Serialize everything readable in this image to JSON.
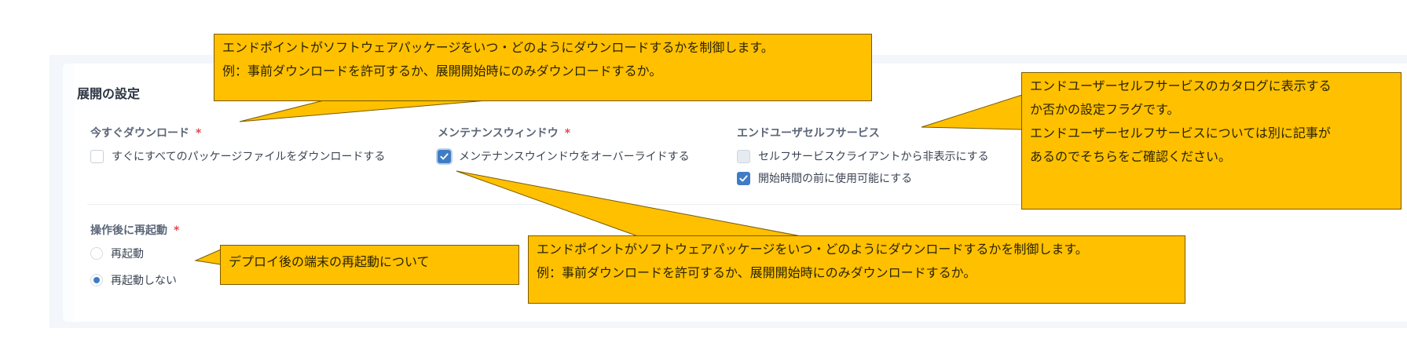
{
  "section": {
    "title": "展開の設定"
  },
  "fields": {
    "download_now": {
      "label": "今すぐダウンロード",
      "required_mark": "*",
      "options": [
        {
          "label": "すぐにすべてのパッケージファイルをダウンロードする",
          "checked": false
        }
      ]
    },
    "maintenance_window": {
      "label": "メンテナンスウィンドウ",
      "required_mark": "*",
      "options": [
        {
          "label": "メンテナンスウインドウをオーバーライドする",
          "checked": true
        }
      ]
    },
    "end_user_self_service": {
      "label": "エンドユーザセルフサービス",
      "options": [
        {
          "label": "セルフサービスクライアントから非表示にする",
          "checked": false,
          "disabled": true
        },
        {
          "label": "開始時間の前に使用可能にする",
          "checked": true
        }
      ]
    },
    "restart_after": {
      "label": "操作後に再起動",
      "required_mark": "*",
      "options": [
        {
          "label": "再起動",
          "selected": false
        },
        {
          "label": "再起動しない",
          "selected": true
        }
      ]
    }
  },
  "callouts": {
    "download_top": {
      "lines": [
        "エンドポイントがソフトウェアパッケージをいつ・どのようにダウンロードするかを制御します。",
        "例：事前ダウンロードを許可するか、展開開始時にのみダウンロードするか。"
      ]
    },
    "self_service": {
      "lines": [
        "エンドユーザーセルフサービスのカタログに表示する",
        "か否かの設定フラグです。",
        "エンドユーザーセルフサービスについては別に記事が",
        "あるのでそちらをご確認ください。"
      ]
    },
    "restart": {
      "lines": [
        "デプロイ後の端末の再起動について"
      ]
    },
    "maintenance_bottom": {
      "lines": [
        "エンドポイントがソフトウェアパッケージをいつ・どのようにダウンロードするかを制御します。",
        "例：事前ダウンロードを許可するか、展開開始時にのみダウンロードするか。"
      ]
    }
  },
  "colors": {
    "callout_fill": "#ffc000",
    "callout_border": "#7a5a00",
    "accent": "#3f7cc4",
    "required": "#e5484d",
    "panel_bg": "#f3f6fa"
  }
}
